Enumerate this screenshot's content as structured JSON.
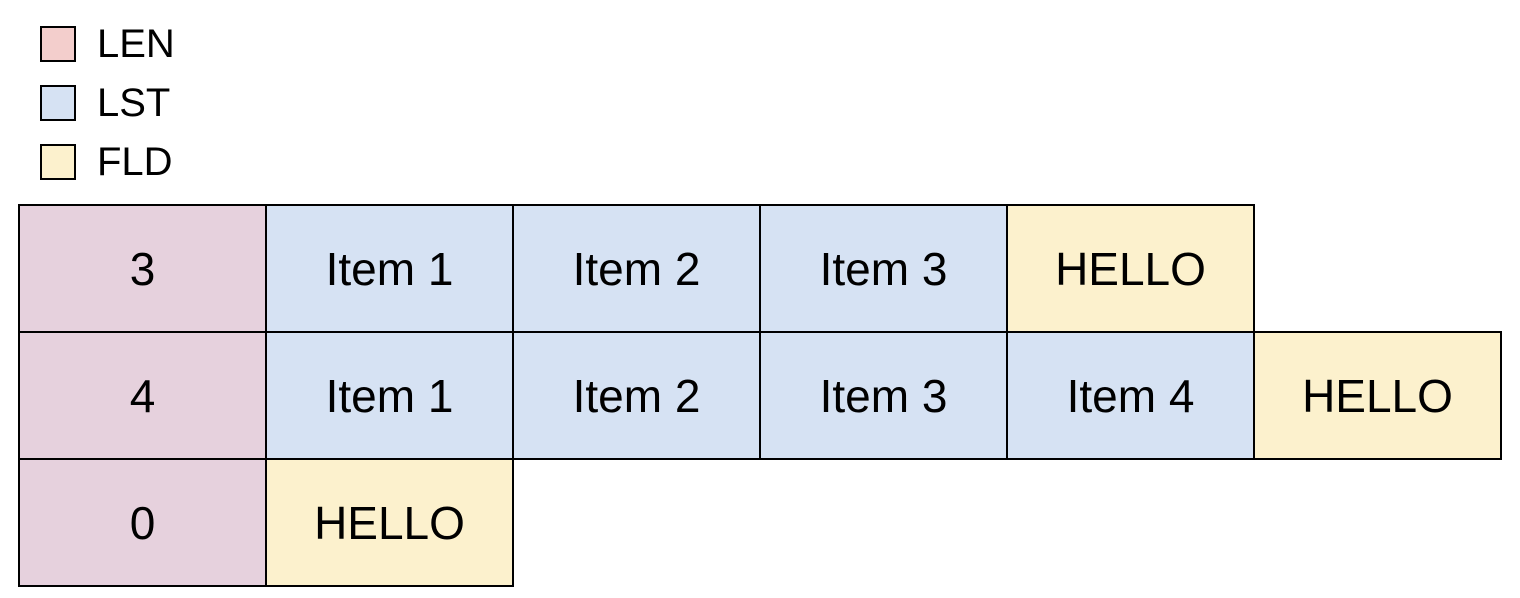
{
  "legend": {
    "items": [
      {
        "label": "LEN",
        "color": "#f3cecc"
      },
      {
        "label": "LST",
        "color": "#d6e2f3"
      },
      {
        "label": "FLD",
        "color": "#fcf1cd"
      }
    ]
  },
  "colors": {
    "len_cell": "#e6d1dd",
    "lst_cell": "#d6e2f3",
    "fld_cell": "#fcf1cd",
    "border": "#000000",
    "background": "#ffffff",
    "text": "#000000"
  },
  "rows": [
    {
      "cells": [
        {
          "type": "LEN",
          "text": "3"
        },
        {
          "type": "LST",
          "text": "Item 1"
        },
        {
          "type": "LST",
          "text": "Item 2"
        },
        {
          "type": "LST",
          "text": "Item 3"
        },
        {
          "type": "FLD",
          "text": "HELLO"
        }
      ]
    },
    {
      "cells": [
        {
          "type": "LEN",
          "text": "4"
        },
        {
          "type": "LST",
          "text": "Item 1"
        },
        {
          "type": "LST",
          "text": "Item 2"
        },
        {
          "type": "LST",
          "text": "Item 3"
        },
        {
          "type": "LST",
          "text": "Item 4"
        },
        {
          "type": "FLD",
          "text": "HELLO"
        }
      ]
    },
    {
      "cells": [
        {
          "type": "LEN",
          "text": "0"
        },
        {
          "type": "FLD",
          "text": "HELLO"
        }
      ]
    }
  ]
}
